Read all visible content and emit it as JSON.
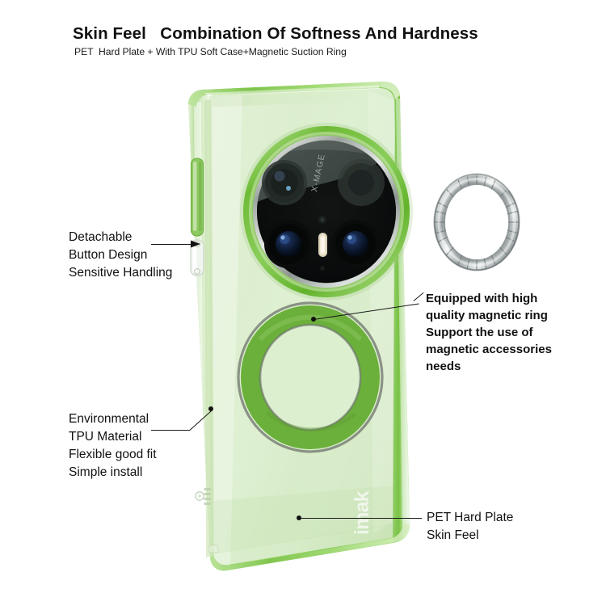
{
  "header": {
    "title": "Skin Feel   Combination Of Softness And Hardness",
    "subtitle": "PET  Hard Plate + With TPU Soft Case+Magnetic Suction Ring"
  },
  "annotations": [
    {
      "id": "detachable-button",
      "text": "Detachable\nButton Design\nSensitive Handling",
      "bold": false,
      "side": "left"
    },
    {
      "id": "environmental-tpu",
      "text": "Environmental\nTPU Material\nFlexible good fit\nSimple install",
      "bold": false,
      "side": "left"
    },
    {
      "id": "magnetic-ring",
      "text": "Equipped with high\nquality magnetic ring\nSupport the use of\nmagnetic accessories\nneeds",
      "bold": true,
      "side": "right"
    },
    {
      "id": "pet-hard-plate",
      "text": "PET Hard Plate\nSkin Feel",
      "bold": false,
      "side": "right"
    }
  ],
  "product": {
    "brand_logo": "imak",
    "camera_brand": "X-MAGE",
    "case_color_name": "Translucent Green",
    "parts": {
      "magnetic_ring_label": "magnetic-suction-ring",
      "phone_case_label": "tpu-phone-case"
    }
  },
  "colors": {
    "background": "#ffffff",
    "text": "#111111",
    "case_body": "#d3e8c0",
    "case_body_light": "#e3f0d6",
    "case_rim_green": "#7ec24a",
    "case_rim_bright": "#96d861",
    "magsafe_green": "#6cb03c",
    "magsafe_shadow": "#5a5f58",
    "camera_ring_silver": "#c9cdc7",
    "camera_glass_dark": "#3c423e",
    "camera_glass_black": "#0c0e0d",
    "metal_ring_silver": "#b6bab8",
    "metal_ring_light": "#e8eaea",
    "metal_ring_dark": "#7e8486",
    "lens_blue": "#1b2d52",
    "flash_warm": "#e8dfc6"
  }
}
